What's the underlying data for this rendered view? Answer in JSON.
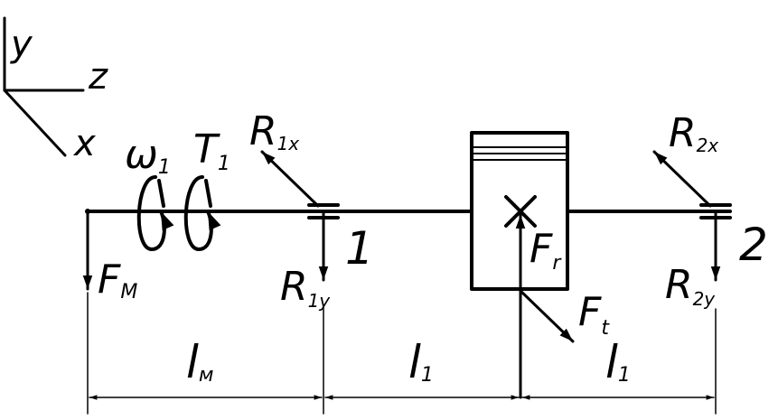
{
  "axes": {
    "y": "y",
    "z": "z",
    "x": "x"
  },
  "omega": {
    "main": "ω",
    "sub": "1"
  },
  "torque": {
    "main": "T",
    "sub": "1"
  },
  "forces": {
    "fm": {
      "main": "F",
      "sub": "M"
    },
    "r1x": {
      "main": "R",
      "sub": "1x"
    },
    "r1y": {
      "main": "R",
      "sub": "1y"
    },
    "r2x": {
      "main": "R",
      "sub": "2x"
    },
    "r2y": {
      "main": "R",
      "sub": "2y"
    },
    "fr": {
      "main": "F",
      "sub": "r"
    },
    "ft": {
      "main": "F",
      "sub": "t"
    }
  },
  "bearings": {
    "b1": "1",
    "b2": "2"
  },
  "dims": {
    "lm": {
      "main": "l",
      "sub": "м"
    },
    "l1a": {
      "main": "l",
      "sub": "1"
    },
    "l1b": {
      "main": "l",
      "sub": "1"
    }
  },
  "colors": {
    "ink": "#000000",
    "background": "#ffffff"
  }
}
